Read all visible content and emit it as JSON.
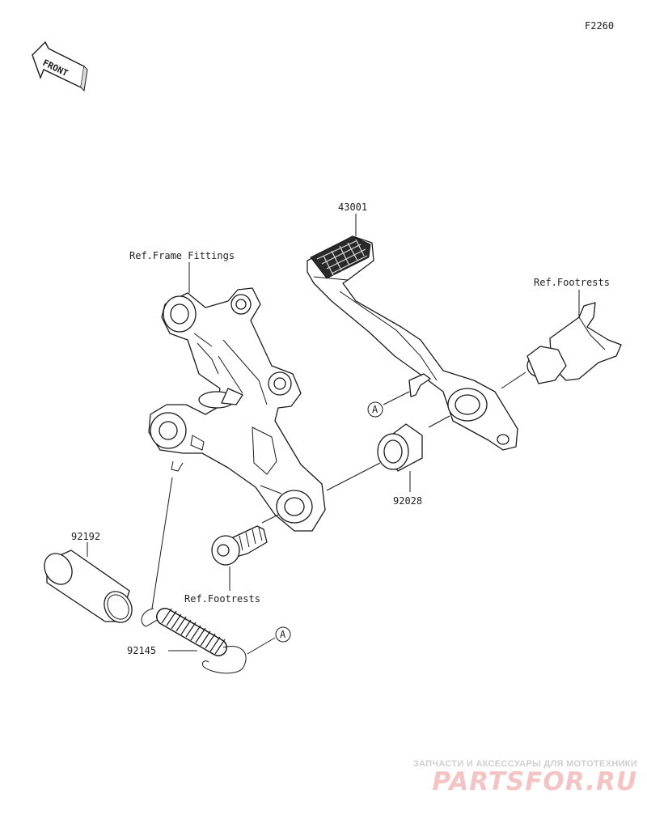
{
  "diagram": {
    "figure_code": "F2260",
    "front_label": "FRONT",
    "parts": {
      "pedal": "43001",
      "bushing_collar": "92028",
      "pipe": "92192",
      "spring": "92145"
    },
    "references": {
      "frame_fittings": "Ref.Frame Fittings",
      "footrests_right": "Ref.Footrests",
      "footrests_bottom": "Ref.Footrests"
    },
    "markers": {
      "a_upper": "A",
      "a_lower": "A"
    }
  },
  "watermark": {
    "tagline": "ЗАПЧАСТИ И АКСЕССУАРЫ ДЛЯ МОТОТЕХНИКИ",
    "logo": "PARTSFOR.RU",
    "tagline_color": "#cfcfcf",
    "logo_color": "#f4c4c4"
  }
}
